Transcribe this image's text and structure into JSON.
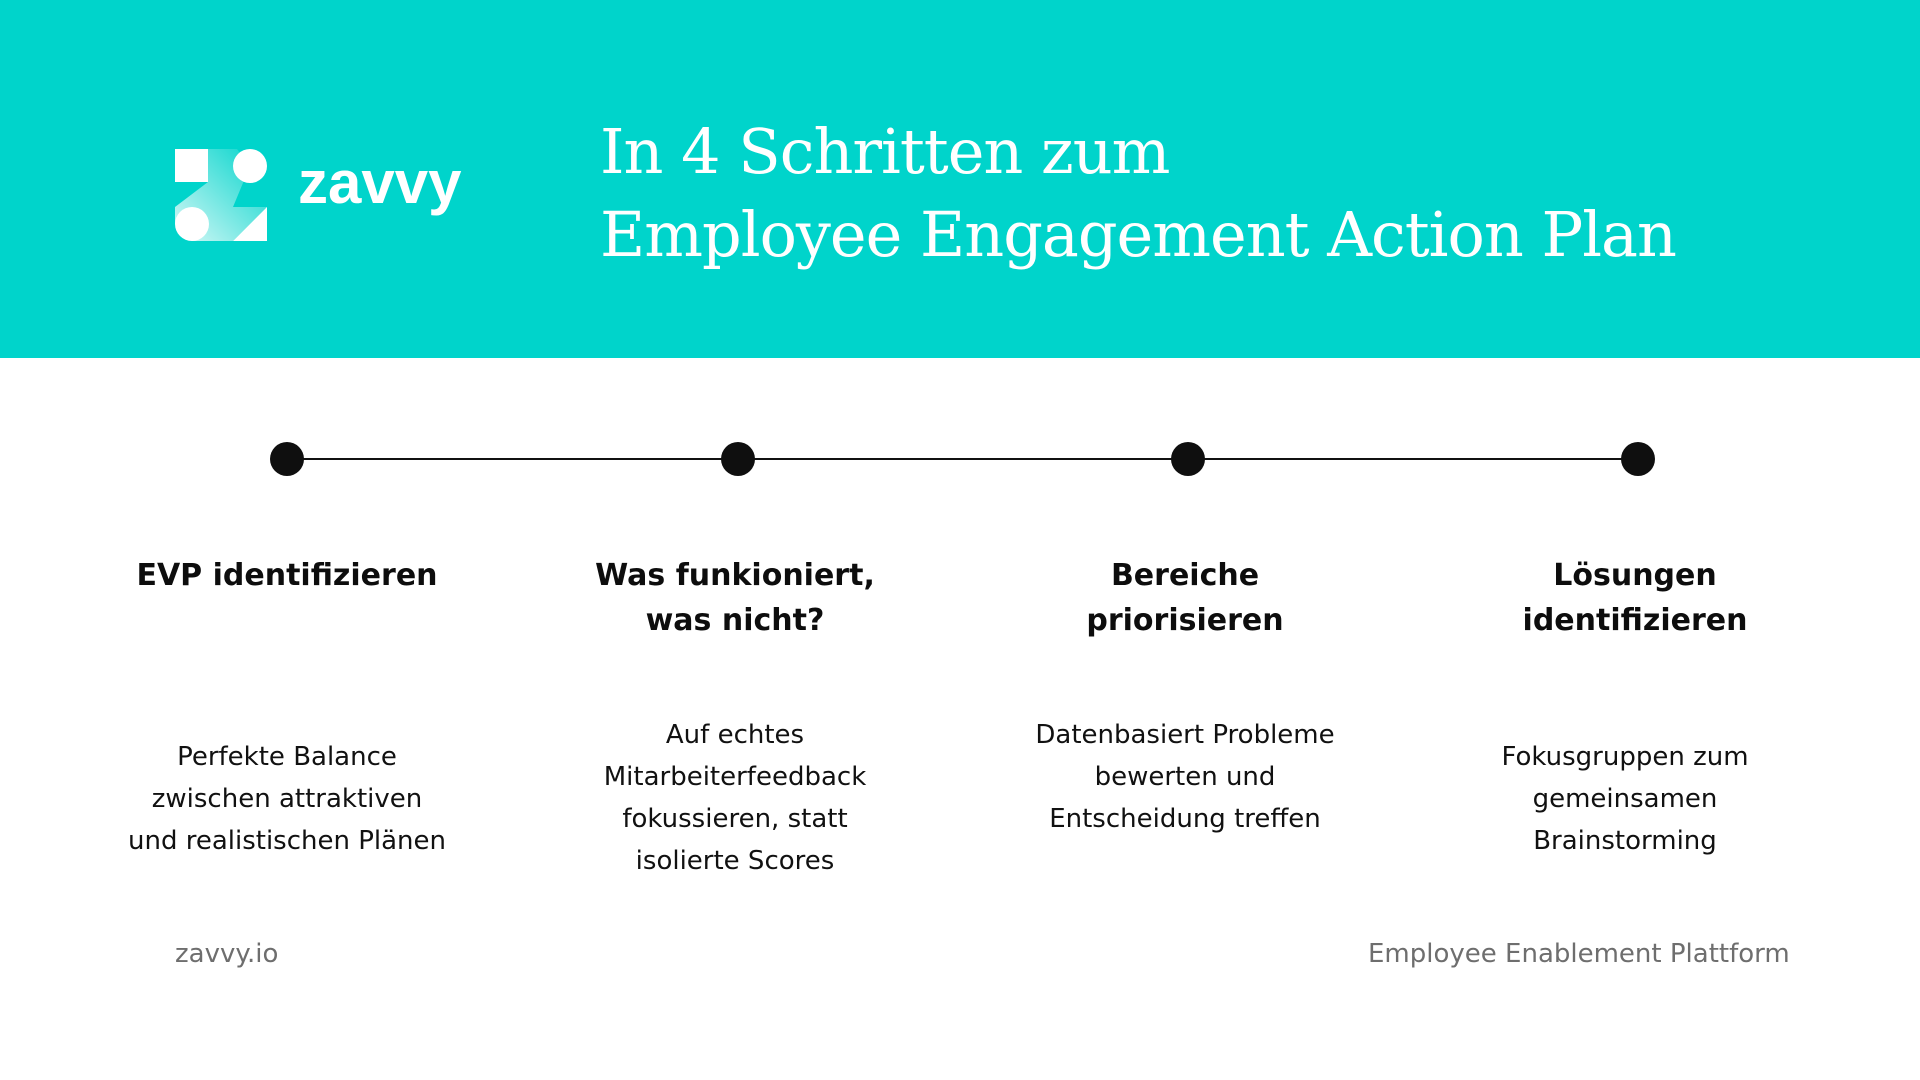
{
  "brand": {
    "name": "zavvy",
    "colors": {
      "header_bg": "#00d4cb",
      "text_dark": "#111111",
      "footer_text": "#6e6e6e",
      "logo_white": "#ffffff"
    }
  },
  "header": {
    "title_lines": [
      "In 4 Schritten zum",
      "Employee Engagement Action Plan"
    ]
  },
  "timeline": {
    "steps": [
      {
        "title_lines": [
          "EVP identifizieren"
        ],
        "description_lines": [
          "Perfekte Balance",
          "zwischen attraktiven",
          "und realistischen Plänen"
        ]
      },
      {
        "title_lines": [
          "Was funkioniert,",
          "was nicht?"
        ],
        "description_lines": [
          "Auf echtes",
          "Mitarbeiterfeedback",
          "fokussieren, statt",
          "isolierte Scores"
        ]
      },
      {
        "title_lines": [
          "Bereiche",
          "priorisieren"
        ],
        "description_lines": [
          "Datenbasiert Probleme",
          "bewerten und",
          "Entscheidung treffen"
        ]
      },
      {
        "title_lines": [
          "Lösungen",
          "identifizieren"
        ],
        "description_lines": [
          "Fokusgruppen zum",
          "gemeinsamen",
          "Brainstorming"
        ]
      }
    ]
  },
  "footer": {
    "left": "zavvy.io",
    "right": "Employee Enablement Plattform"
  }
}
